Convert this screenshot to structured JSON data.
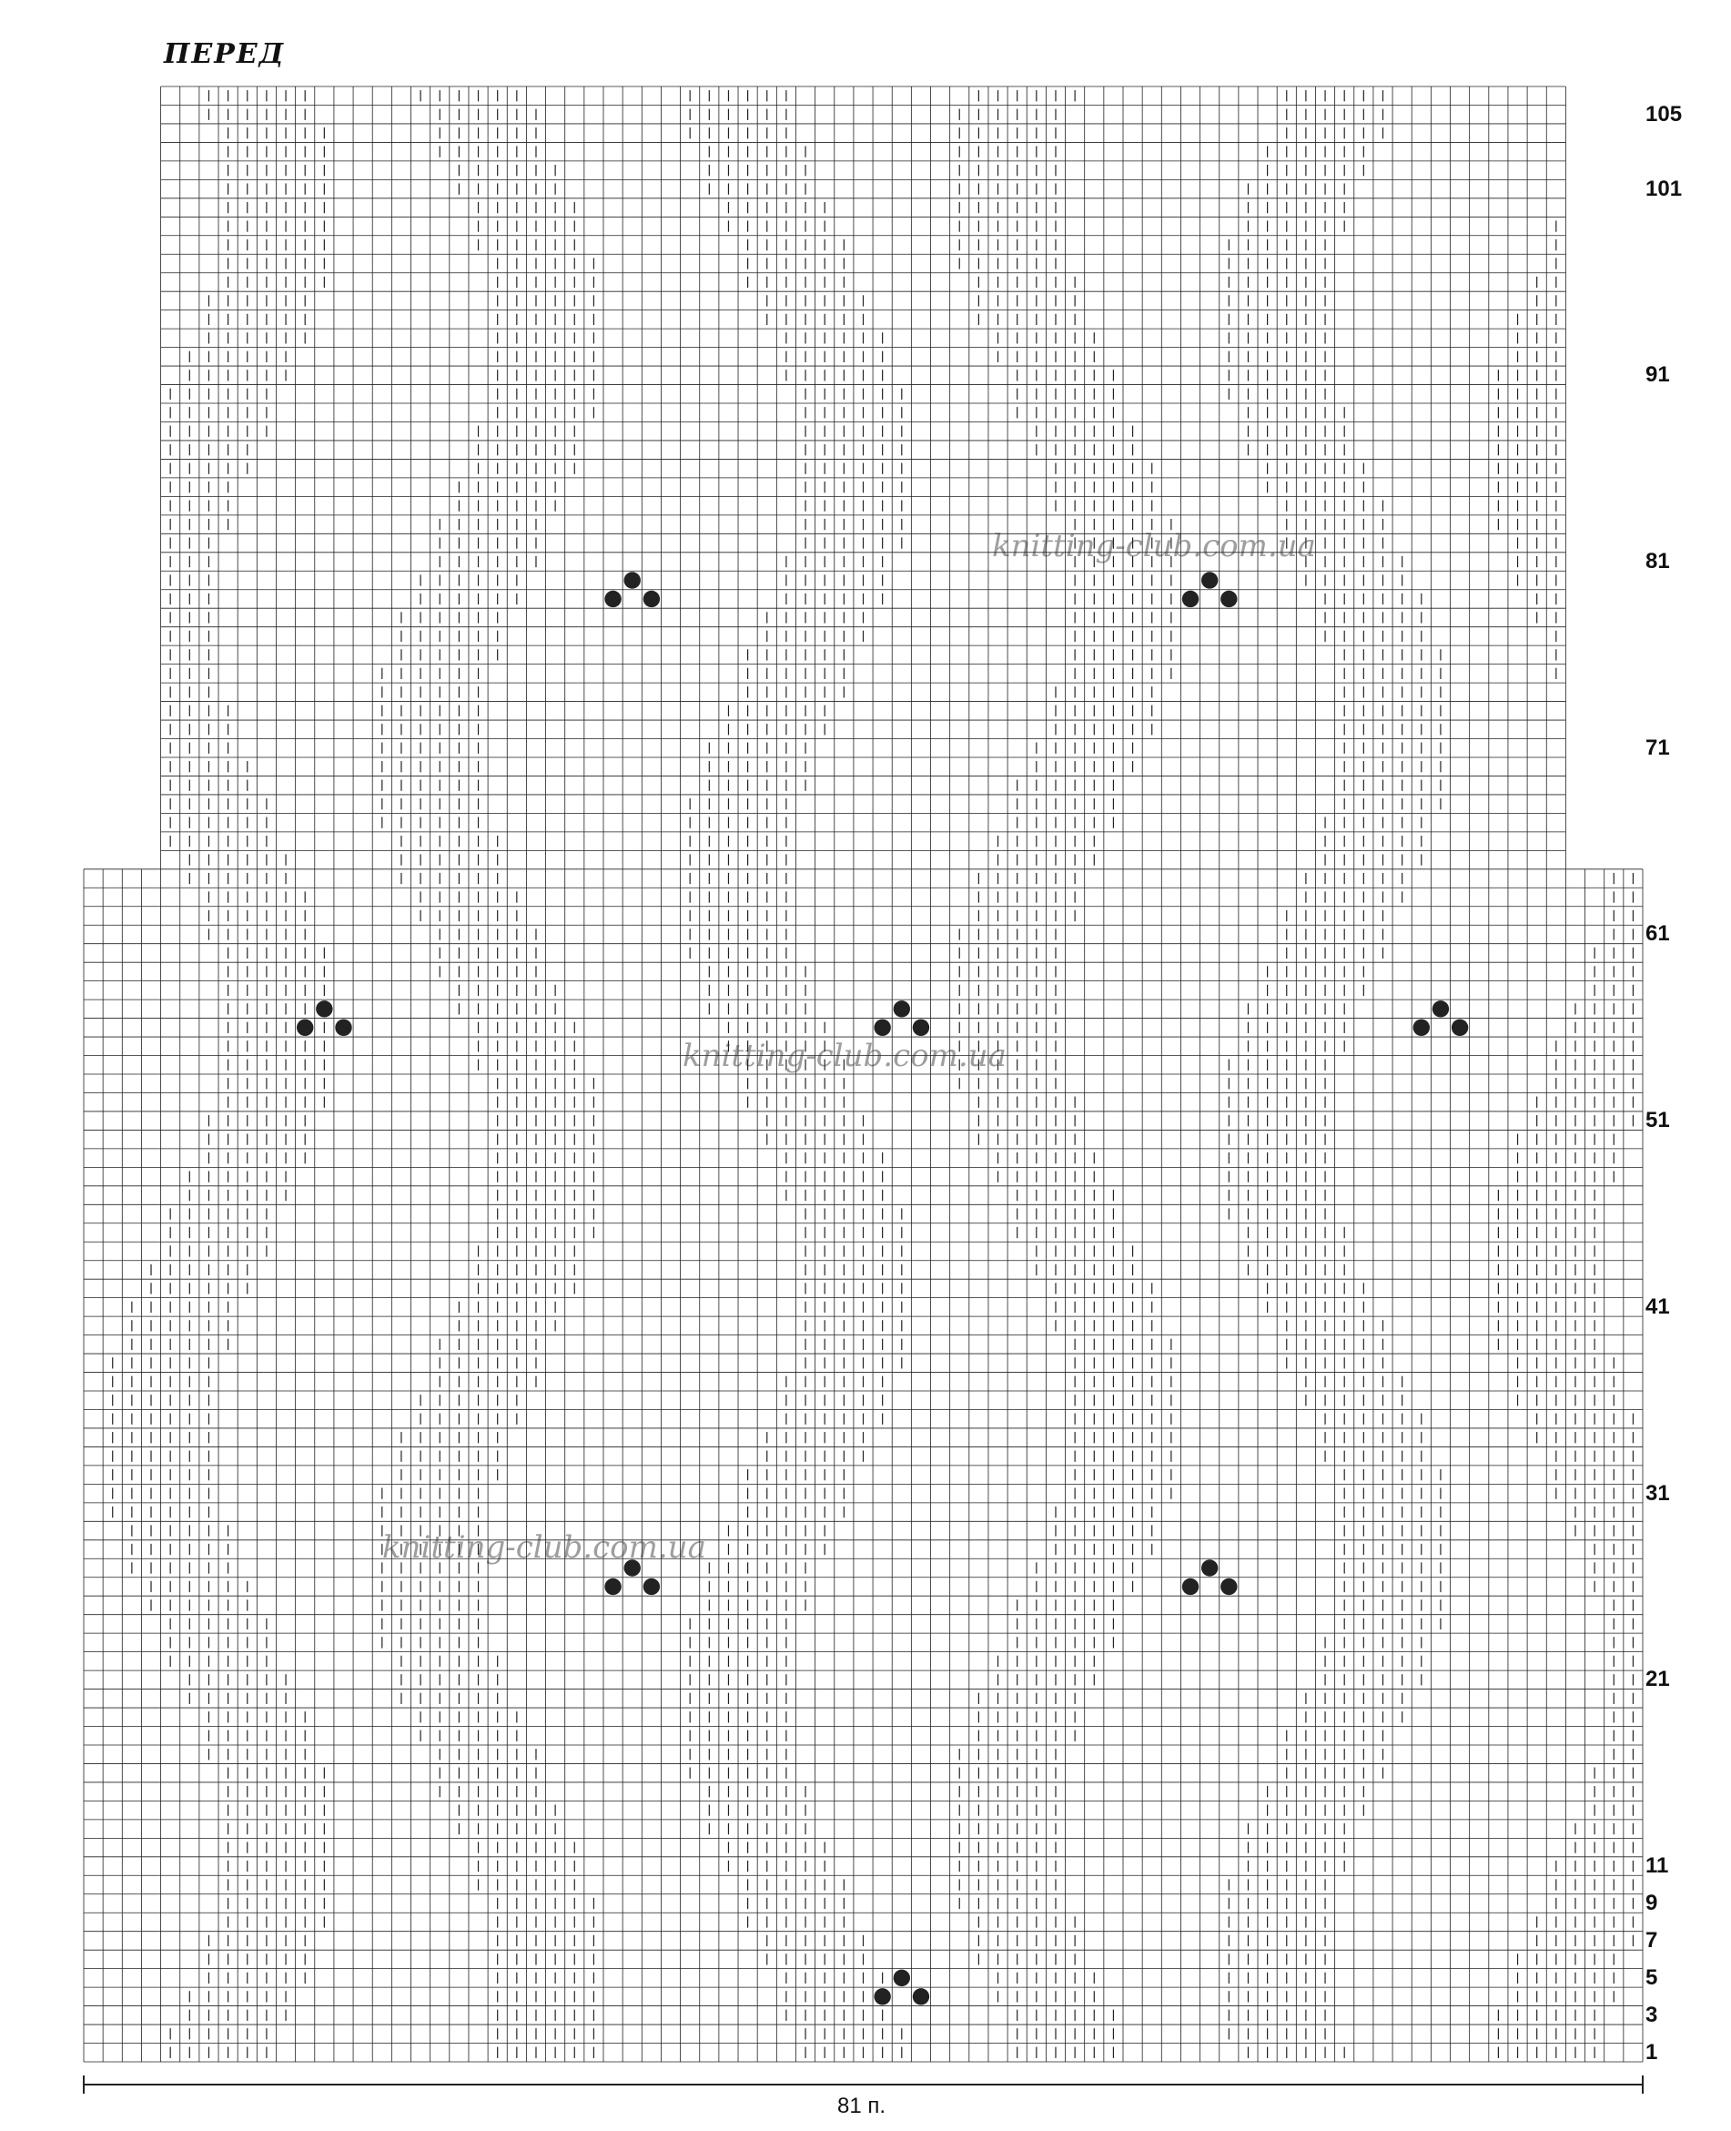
{
  "title": "ПЕРЕД",
  "width_label": "81 п.",
  "watermark": "knitting-club.com.ua",
  "row_labels": [
    "105",
    "101",
    "91",
    "81",
    "71",
    "61",
    "51",
    "41",
    "31",
    "21",
    "11",
    "9",
    "7",
    "5",
    "3",
    "1"
  ],
  "grid": {
    "columns": 81,
    "rows": 106
  },
  "colors": {
    "line": "#222222",
    "background": "#ffffff"
  }
}
